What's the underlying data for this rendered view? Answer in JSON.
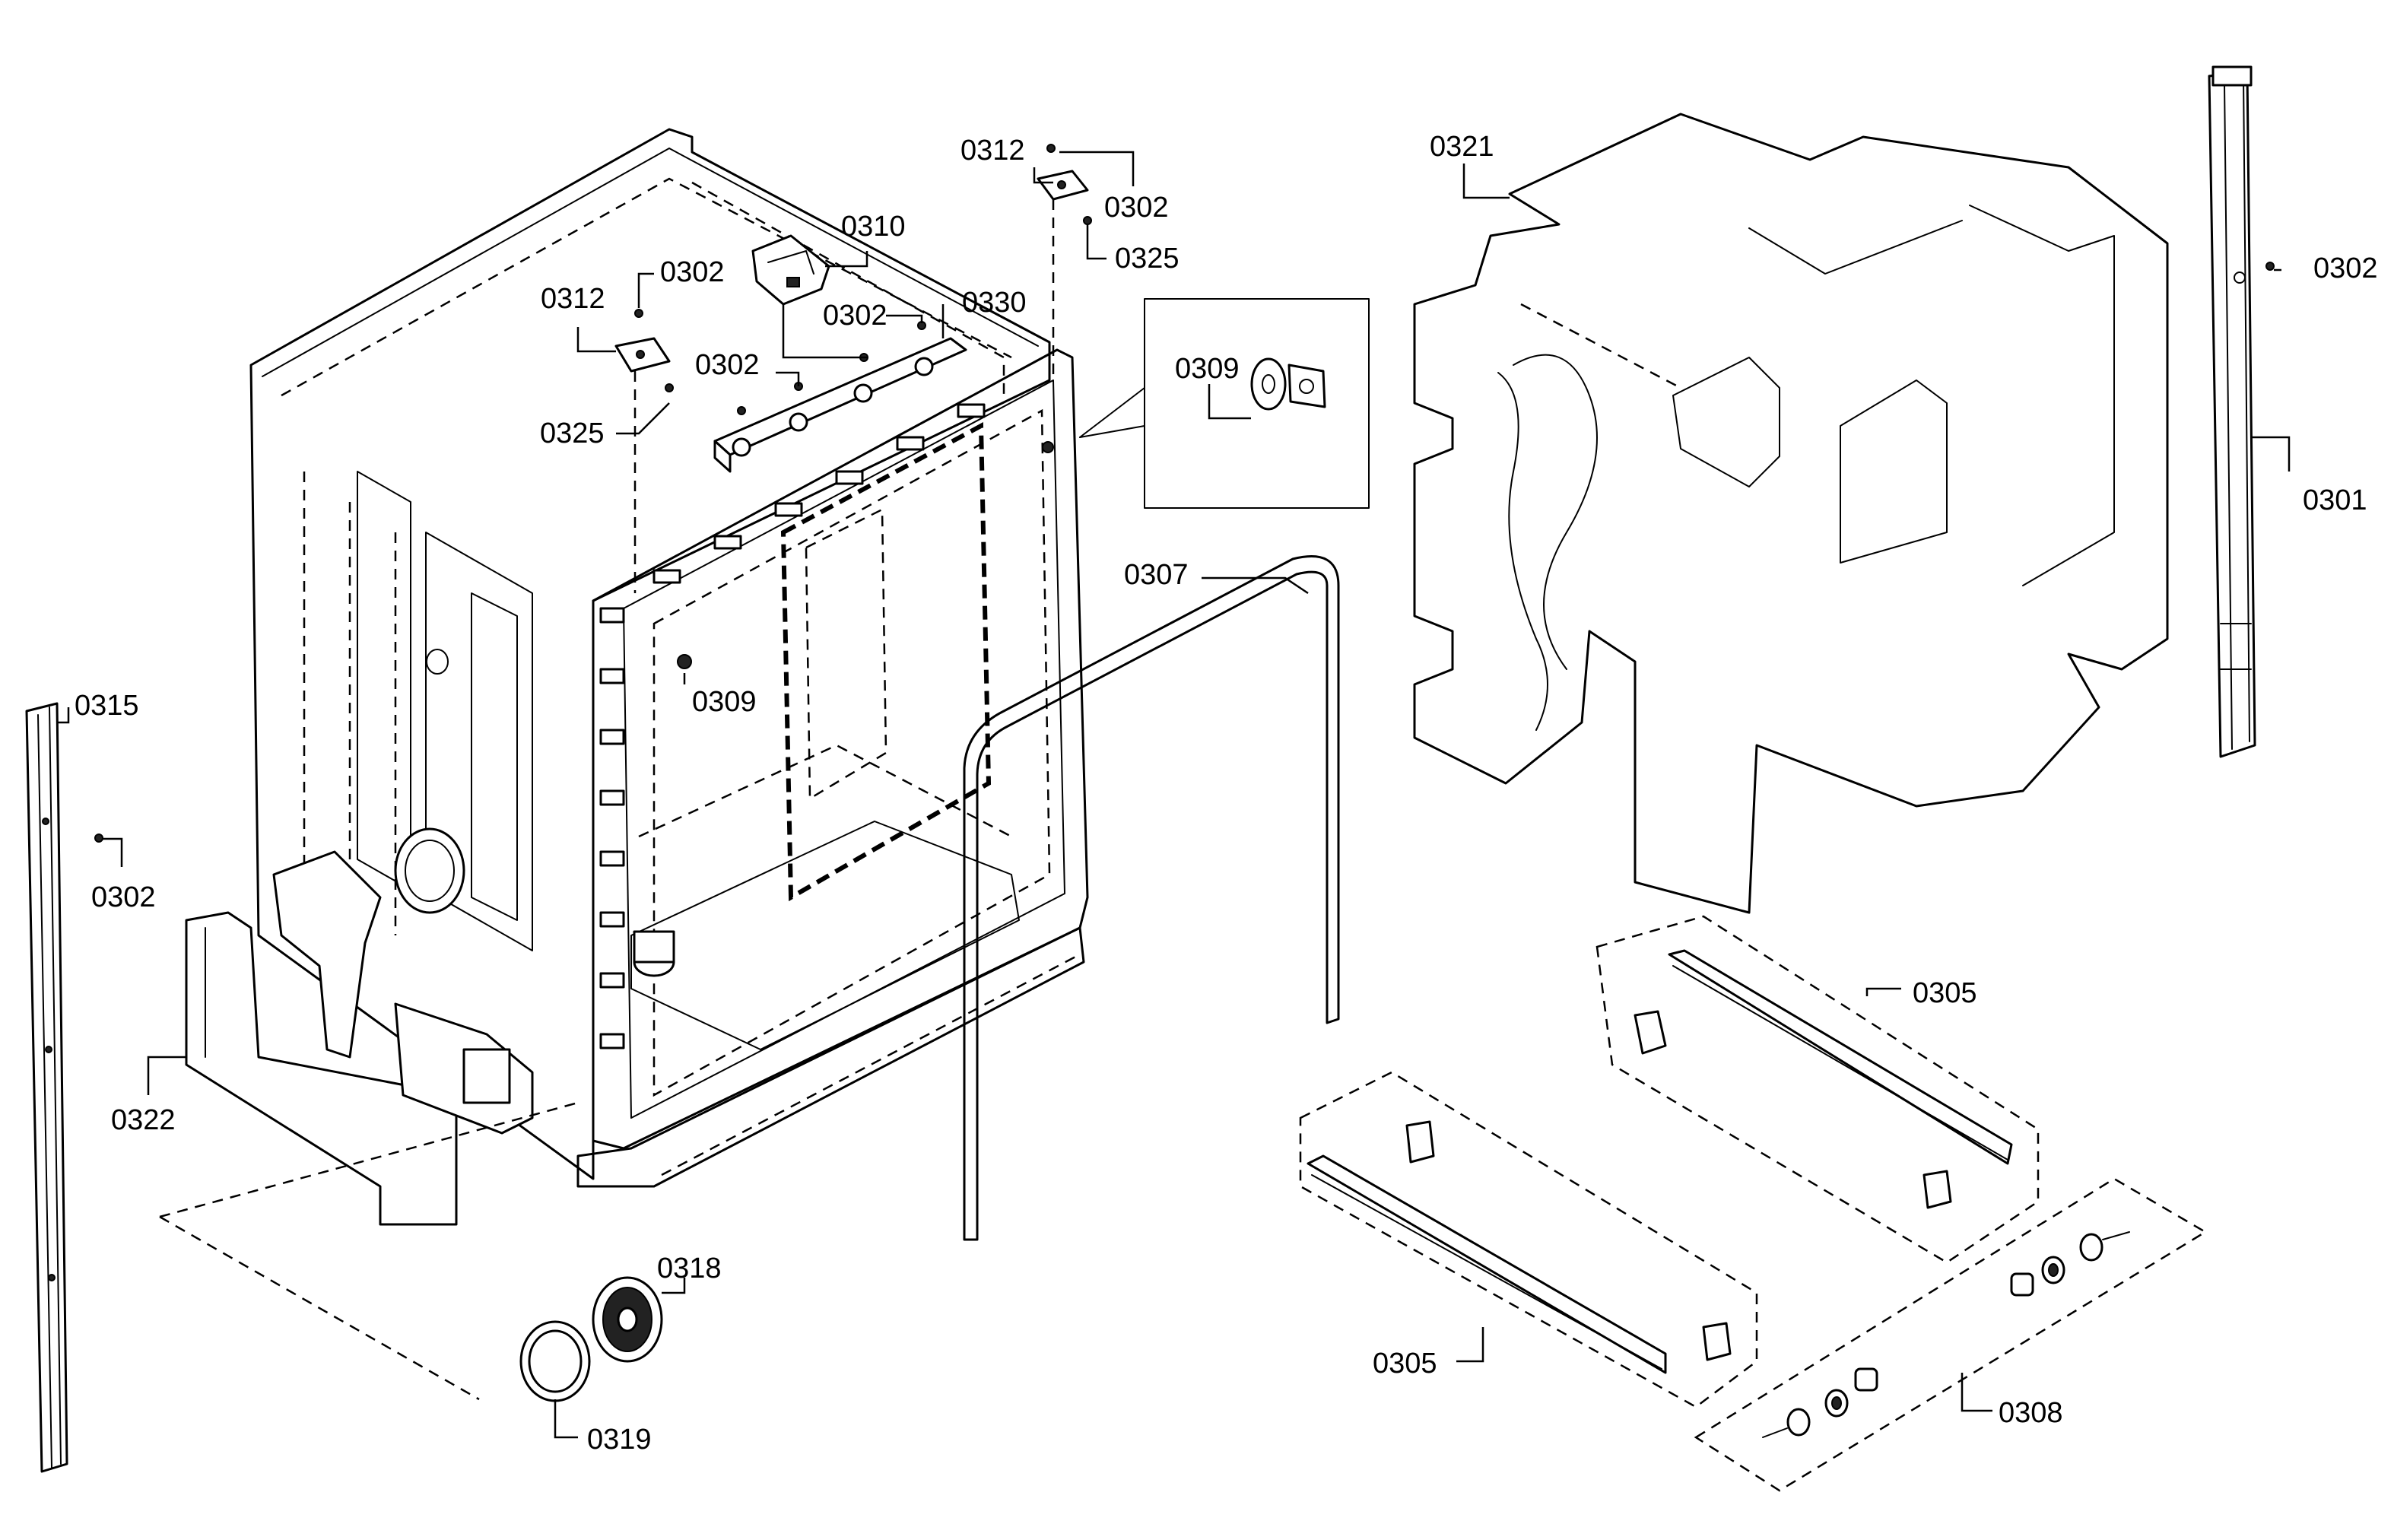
{
  "callouts": {
    "c0312_top": "0312",
    "c0302_top": "0302",
    "c0325_top": "0325",
    "c0310": "0310",
    "c0312_left": "0312",
    "c0302_left": "0302",
    "c0325_left": "0325",
    "c0302_mid": "0302",
    "c0302_strip": "0302",
    "c0330": "0330",
    "c0309_inset": "0309",
    "c0309_tub": "0309",
    "c0307": "0307",
    "c0321": "0321",
    "c0302_right": "0302",
    "c0301": "0301",
    "c0315": "0315",
    "c0302_sidebar": "0302",
    "c0322": "0322",
    "c0318": "0318",
    "c0319": "0319",
    "c0305_upper": "0305",
    "c0305_lower": "0305",
    "c0308": "0308"
  }
}
